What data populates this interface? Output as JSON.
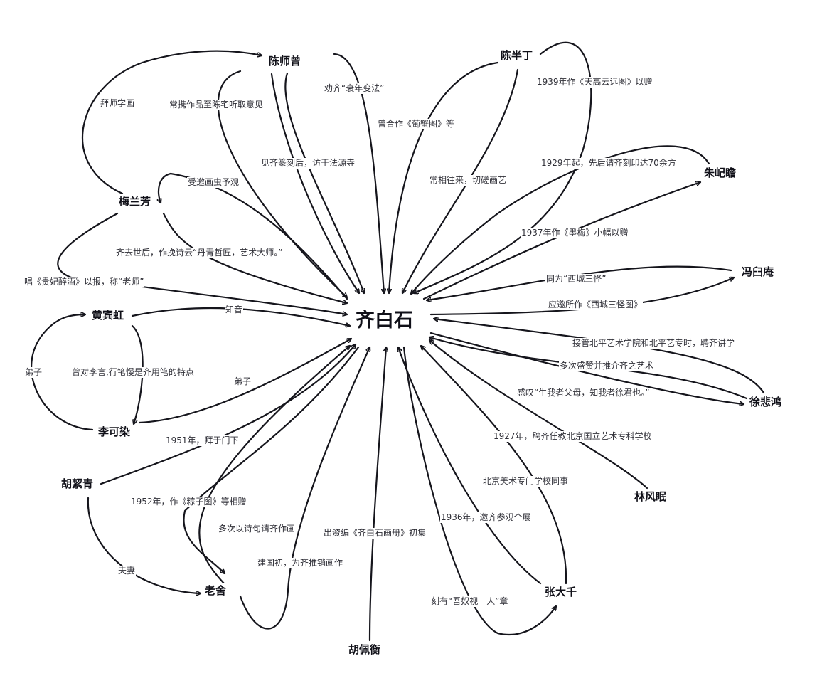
{
  "center": "齐白石",
  "nodes": {
    "chenshizeng": "陈师曾",
    "chenbanding": "陈半丁",
    "zhujizhan": "朱屺瞻",
    "meilanfang": "梅兰芳",
    "fengjiuan": "冯臼庵",
    "huangbinhong": "黄宾虹",
    "xubeihong": "徐悲鸿",
    "likeran": "李可染",
    "linfengmian": "林风眠",
    "huxieqing": "胡絜青",
    "laoshe": "老舍",
    "zhangdaqian": "张大千",
    "hupeiheng": "胡佩衡"
  },
  "labels": {
    "baishi": "拜师学画",
    "changxie": "常携作品至陈宅听取意见",
    "quanqi": "劝齐“衰年变法”",
    "jianqi": "见齐篆刻后，访于法源寺",
    "hezuo": "曾合作《葡蟹图》等",
    "changxiang": "常相往来，切磋画艺",
    "tiangao": "1939年作《天高云远图》以赠",
    "yinzhang": "1929年起，先后请齐刻印达70余方",
    "momei": "1937年作《墨梅》小幅以赠",
    "xicheng": "同为“西城三怪”",
    "yingyao": "应邀所作《西城三怪图》",
    "shouyao": "受邀画虫予观",
    "wanshi": "齐去世后，作挽诗云“丹青哲匠，艺术大师。”",
    "guifei": "唱《贵妃醉酒》以报，称“老师”",
    "zhiyin": "知音",
    "dizi1": "弟子",
    "cengdui": "曾对李言,行笔慢是齐用笔的特点",
    "dizi2": "弟子",
    "jieguan": "接管北平艺术学院和北平艺专时，聘齐讲学",
    "duoci": "多次盛赞并推介齐之艺术",
    "ganyi": "感叹“生我者父母，知我者徐君也。”",
    "pinqi": "1927年，聘齐任教北京国立艺术专科学校",
    "baiyu": "1951年，拜于门下",
    "zongzi": "1952年，作《粽子图》等相赠",
    "shiju": "多次以诗句请齐作画",
    "jianguo": "建国初，为齐推销画作",
    "fuqi": "夫妻",
    "huace": "出资编《齐白石画册》初集",
    "tongshi": "北京美术专门学校同事",
    "geguan": "1936年，邀齐参观个展",
    "keyou": "刻有“吾奴视一人”章"
  }
}
